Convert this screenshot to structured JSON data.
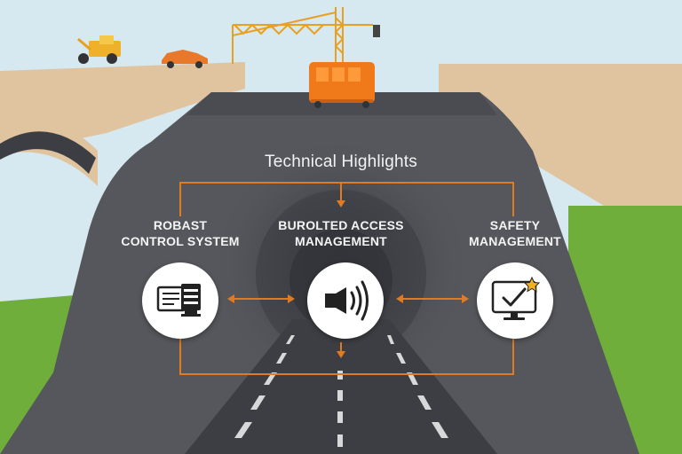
{
  "diagram": {
    "title": "Technical Highlights",
    "nodes": [
      {
        "id": "control",
        "line1": "ROBAST",
        "line2": "CONTROL SYSTEM",
        "icon": "server-monitor-icon"
      },
      {
        "id": "access",
        "line1": "BUROLTED ACCESS",
        "line2": "MANAGEMENT",
        "icon": "speaker-icon"
      },
      {
        "id": "safety",
        "line1": "SAFETY",
        "line2": "MANAGEMENT",
        "icon": "monitor-check-star-icon"
      }
    ]
  },
  "colors": {
    "sky": "#d6e8f0",
    "road": "#55575c",
    "sand": "#e0c4a0",
    "grass": "#6fae3a",
    "accent": "#e07b22"
  }
}
